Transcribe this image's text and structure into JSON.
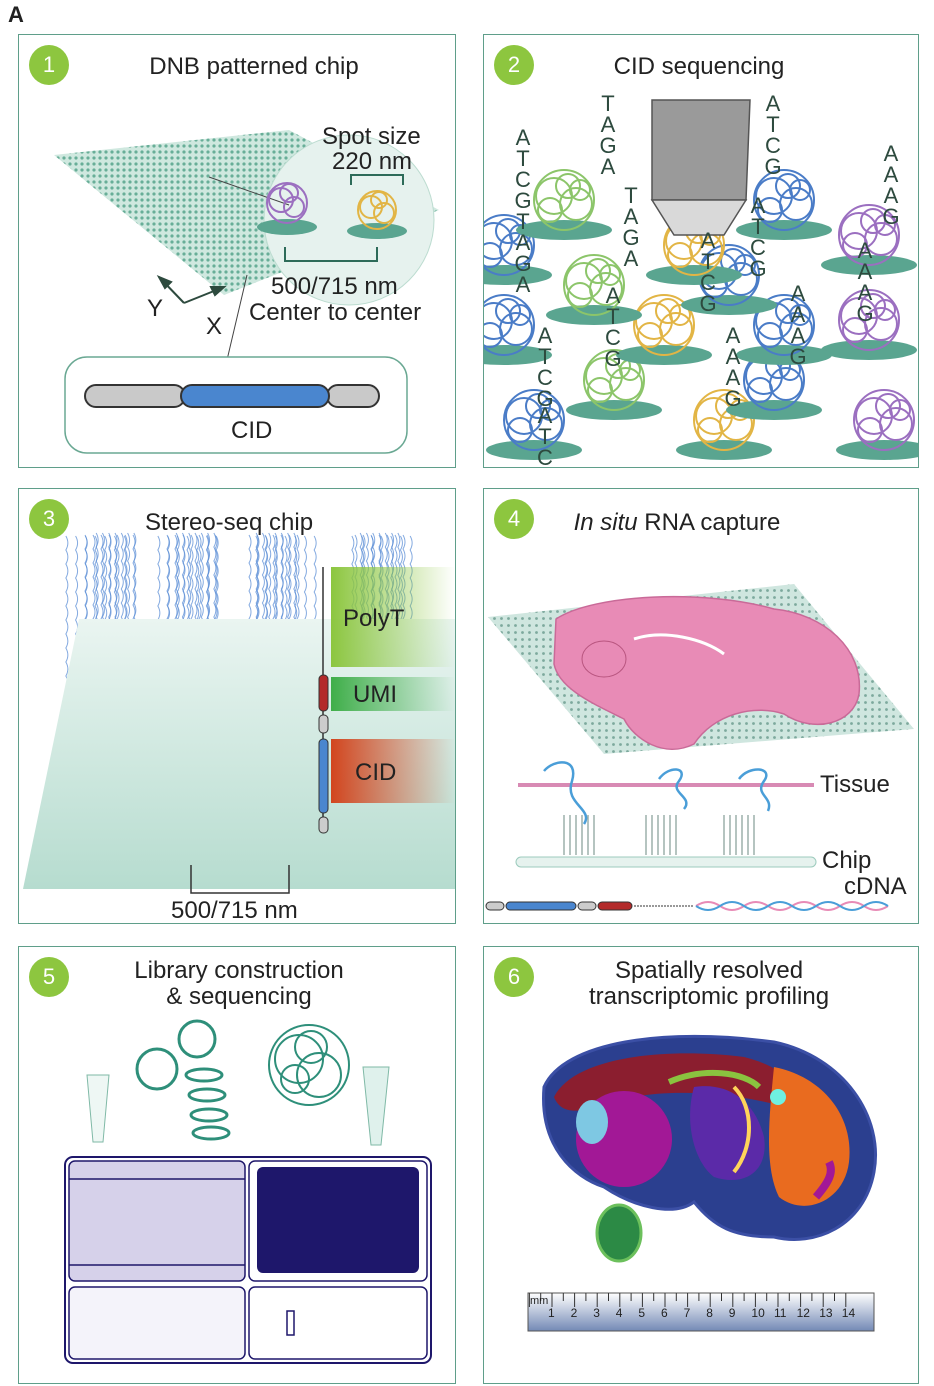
{
  "figure_letter": "A",
  "colors": {
    "badge": "#8dc63f",
    "border": "#5f9e8a",
    "teal": "#6fb9a3",
    "blue": "#4a7cc7",
    "green": "#8cc56a",
    "yellow": "#e2b545",
    "purple": "#9b6fc0",
    "navy": "#1e176b",
    "lavender": "#d6d1ea"
  },
  "panels": [
    {
      "num": "1",
      "title": "DNB patterned chip"
    },
    {
      "num": "2",
      "title": "CID sequencing"
    },
    {
      "num": "3",
      "title": "Stereo-seq chip"
    },
    {
      "num": "4",
      "title_italic": "In situ",
      "title_rest": " RNA capture"
    },
    {
      "num": "5",
      "title_line1": "Library construction",
      "title_line2": "& sequencing"
    },
    {
      "num": "6",
      "title_line1": "Spatially resolved",
      "title_line2": "transcriptomic profiling"
    }
  ],
  "p1": {
    "spot_size_line1": "Spot size",
    "spot_size_line2": "220 nm",
    "pitch": "500/715 nm",
    "pitch_desc": "Center to center",
    "axis_y": "Y",
    "axis_x": "X",
    "cid": "CID"
  },
  "p2": {
    "sequences": [
      "ATCGTAGA",
      "TAGA",
      "TAGA",
      "ATCG",
      "ATCG",
      "ATCG",
      "ATCG",
      "ATCG",
      "AAAG",
      "AAAG",
      "AAAG",
      "AAAG",
      "ATCG"
    ]
  },
  "p3": {
    "polyt": "PolyT",
    "umi": "UMI",
    "cid": "CID",
    "pitch": "500/715 nm"
  },
  "p4": {
    "tissue": "Tissue",
    "chip": "Chip",
    "cdna": "cDNA"
  },
  "p6": {
    "ruler_unit": "mm",
    "ruler_ticks": [
      "1",
      "2",
      "3",
      "4",
      "5",
      "6",
      "7",
      "8",
      "9",
      "10",
      "11",
      "12",
      "13",
      "14"
    ]
  }
}
